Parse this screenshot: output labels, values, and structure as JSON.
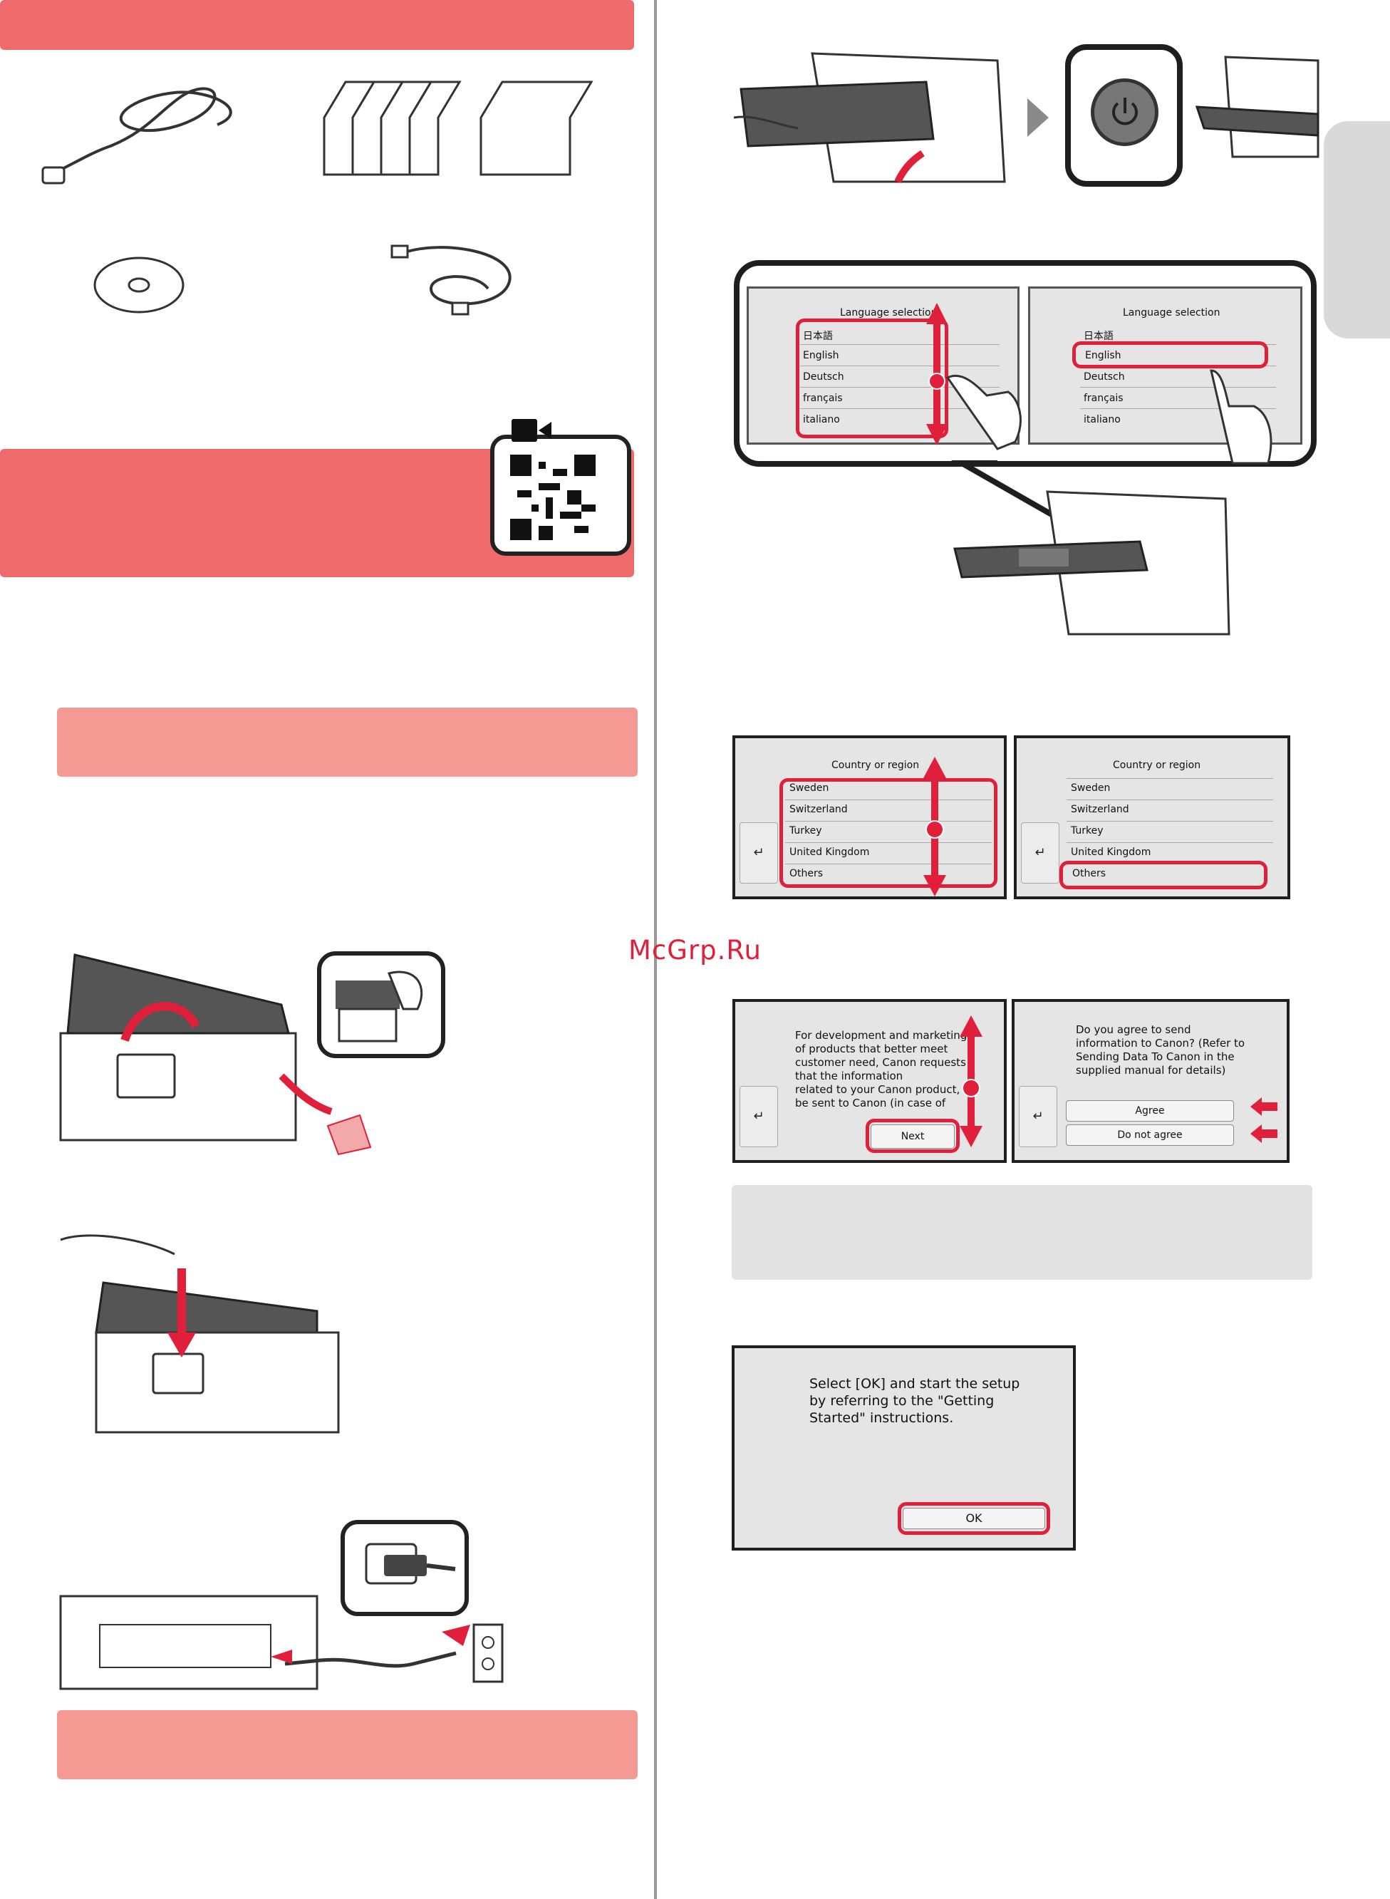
{
  "watermark": "McGrp.Ru",
  "language_screens": {
    "title": "Language selection",
    "items": [
      "日本語",
      "English",
      "Deutsch",
      "français",
      "italiano"
    ]
  },
  "country_screens": {
    "title": "Country or region",
    "items": [
      "Sweden",
      "Switzerland",
      "Turkey",
      "United Kingdom",
      "Others"
    ],
    "back_icon": "↵"
  },
  "consent_screen_1": {
    "message": "For development and marketing\nof products that better meet\ncustomer need, Canon requests\nthat the information\nrelated to your Canon product,\nbe sent to Canon (in case of",
    "next_label": "Next"
  },
  "consent_screen_2": {
    "message": "Do you agree to send\ninformation to Canon? (Refer to\nSending Data To Canon in the\nsupplied manual for details)",
    "agree_label": "Agree",
    "disagree_label": "Do not agree"
  },
  "setup_screen": {
    "message": "Select [OK] and start the setup\nby referring to the \"Getting\nStarted\" instructions.",
    "ok_label": "OK"
  },
  "colors": {
    "header_red": "#ef6b6b",
    "step_pink": "#f59a92",
    "highlight_red": "#e0203a",
    "note_grey": "#e2e2e2"
  },
  "icons": [
    "power-cord",
    "ink-tanks",
    "cd-rom",
    "usb-cable",
    "qr-code",
    "video-camera-icon",
    "power-button-icon",
    "scroll-arrow-icon",
    "hand-pointer-icon",
    "outlet-icon"
  ]
}
